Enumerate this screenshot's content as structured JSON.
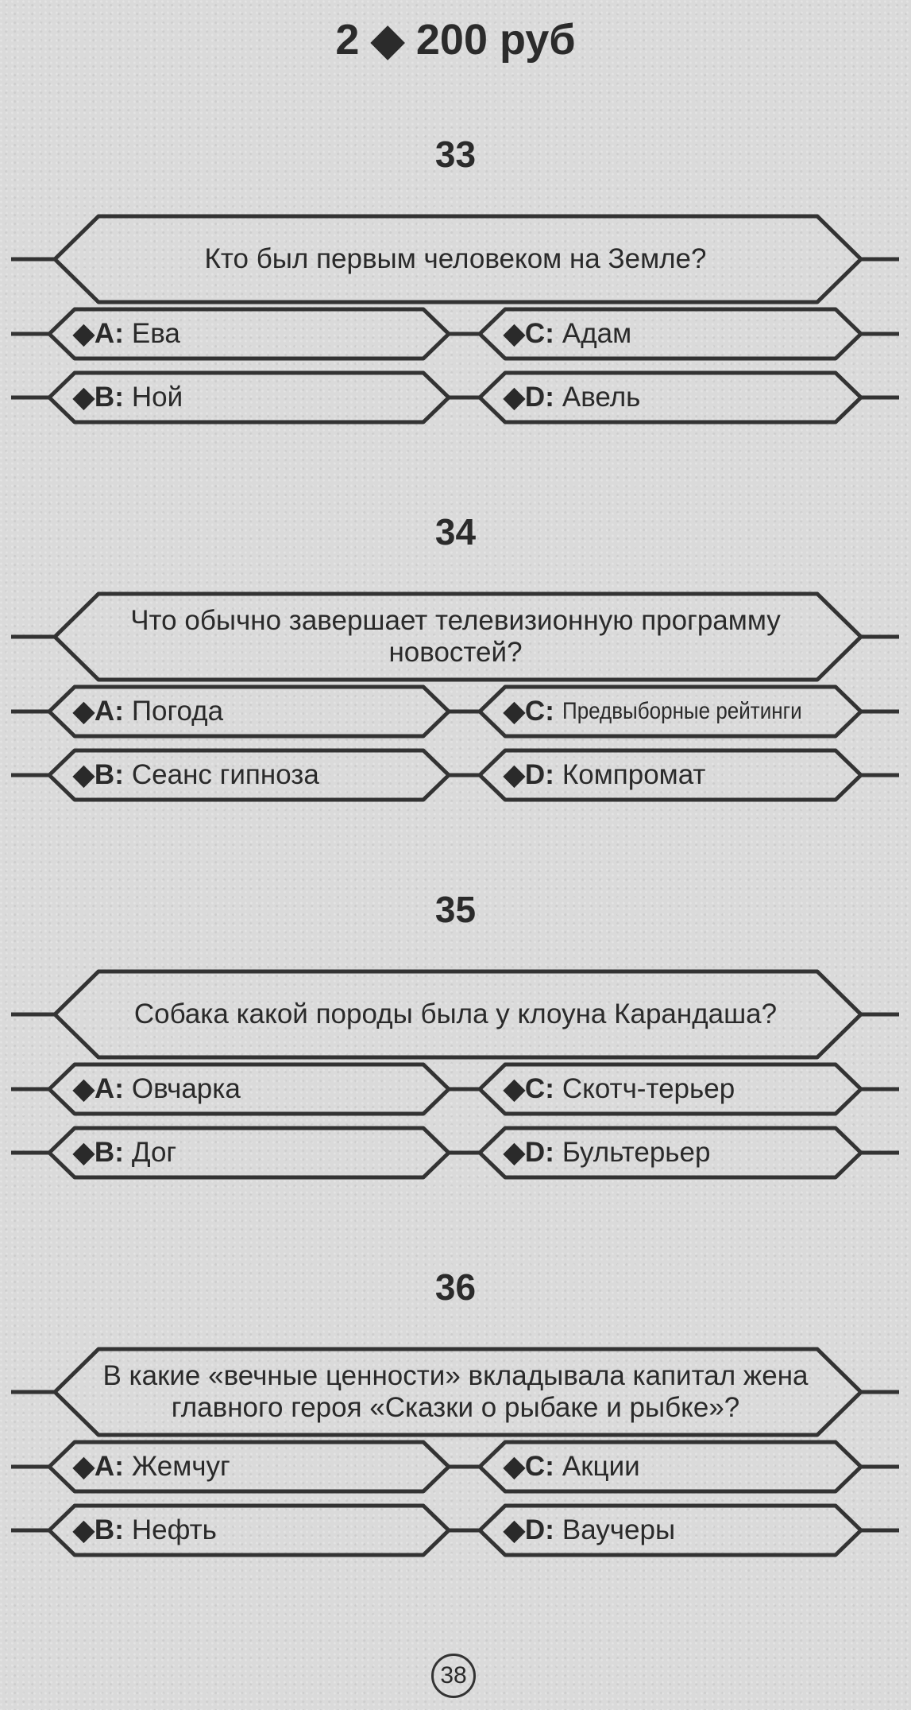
{
  "header": {
    "title": "2 ◆ 200 руб"
  },
  "questions": [
    {
      "number": "33",
      "text": "Кто был первым человеком на Земле?",
      "answers": [
        {
          "letter": "◆A:",
          "text": "Ева"
        },
        {
          "letter": "◆C:",
          "text": "Адам"
        },
        {
          "letter": "◆B:",
          "text": "Ной"
        },
        {
          "letter": "◆D:",
          "text": "Авель"
        }
      ]
    },
    {
      "number": "34",
      "text": "Что обычно завершает телевизионную программу новостей?",
      "answers": [
        {
          "letter": "◆A:",
          "text": "Погода"
        },
        {
          "letter": "◆C:",
          "text": "Предвыборные рейтинги"
        },
        {
          "letter": "◆B:",
          "text": "Сеанс гипноза"
        },
        {
          "letter": "◆D:",
          "text": "Компромат"
        }
      ]
    },
    {
      "number": "35",
      "text": "Собака какой породы была у клоуна Карандаша?",
      "answers": [
        {
          "letter": "◆A:",
          "text": "Овчарка"
        },
        {
          "letter": "◆C:",
          "text": "Скотч-терьер"
        },
        {
          "letter": "◆B:",
          "text": "Дог"
        },
        {
          "letter": "◆D:",
          "text": "Бультерьер"
        }
      ]
    },
    {
      "number": "36",
      "text": "В какие «вечные ценности» вкладывала капитал жена главного героя «Сказки о рыбаке и рыбке»?",
      "answers": [
        {
          "letter": "◆A:",
          "text": "Жемчуг"
        },
        {
          "letter": "◆C:",
          "text": "Акции"
        },
        {
          "letter": "◆B:",
          "text": "Нефть"
        },
        {
          "letter": "◆D:",
          "text": "Ваучеры"
        }
      ]
    }
  ],
  "footer": {
    "page_number": "38"
  }
}
